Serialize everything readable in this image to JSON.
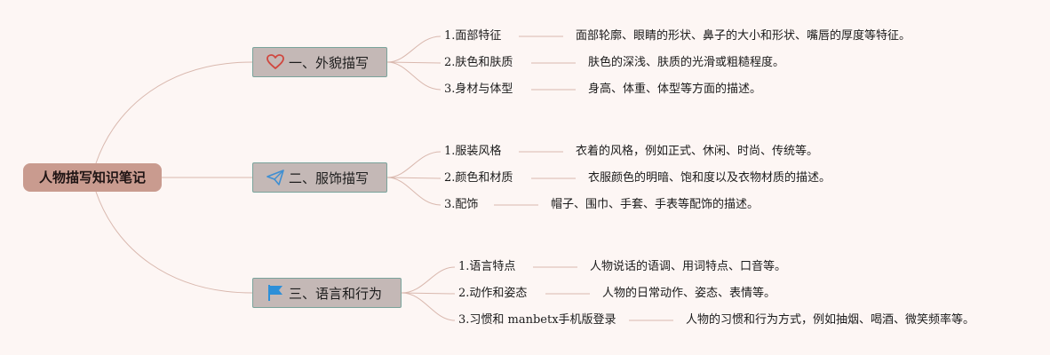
{
  "root": {
    "title": "人物描写知识笔记"
  },
  "branches": [
    {
      "title": "一、外貌描写",
      "icon": "heart-icon",
      "leaves": [
        {
          "label": "1.面部特征",
          "desc": "面部轮廓、眼睛的形状、鼻子的大小和形状、嘴唇的厚度等特征。"
        },
        {
          "label": "2.肤色和肤质",
          "desc": "肤色的深浅、肤质的光滑或粗糙程度。"
        },
        {
          "label": "3.身材与体型",
          "desc": "身高、体重、体型等方面的描述。"
        }
      ]
    },
    {
      "title": "二、服饰描写",
      "icon": "paper-plane-icon",
      "leaves": [
        {
          "label": "1.服装风格",
          "desc": "衣着的风格，例如正式、休闲、时尚、传统等。"
        },
        {
          "label": "2.颜色和材质",
          "desc": "衣服颜色的明暗、饱和度以及衣物材质的描述。"
        },
        {
          "label": "3.配饰",
          "desc": "帽子、围巾、手套、手表等配饰的描述。"
        }
      ]
    },
    {
      "title": "三、语言和行为",
      "icon": "flag-icon",
      "leaves": [
        {
          "label": "1.语言特点",
          "desc": "人物说话的语调、用词特点、口音等。"
        },
        {
          "label": "2.动作和姿态",
          "desc": "人物的日常动作、姿态、表情等。"
        },
        {
          "label": "3.习惯和 manbetx手机版登录",
          "desc": "人物的习惯和行为方式，例如抽烟、喝酒、微笑频率等。"
        }
      ]
    }
  ],
  "colors": {
    "background": "#fdf6f4",
    "root_fill": "#c99b8f",
    "branch_fill": "#c4b8b6",
    "branch_border": "#7aa39b",
    "connector": "#d9b8ae",
    "heart": "#d0473f",
    "plane": "#3f8fd2",
    "flag": "#2d8fd8"
  }
}
